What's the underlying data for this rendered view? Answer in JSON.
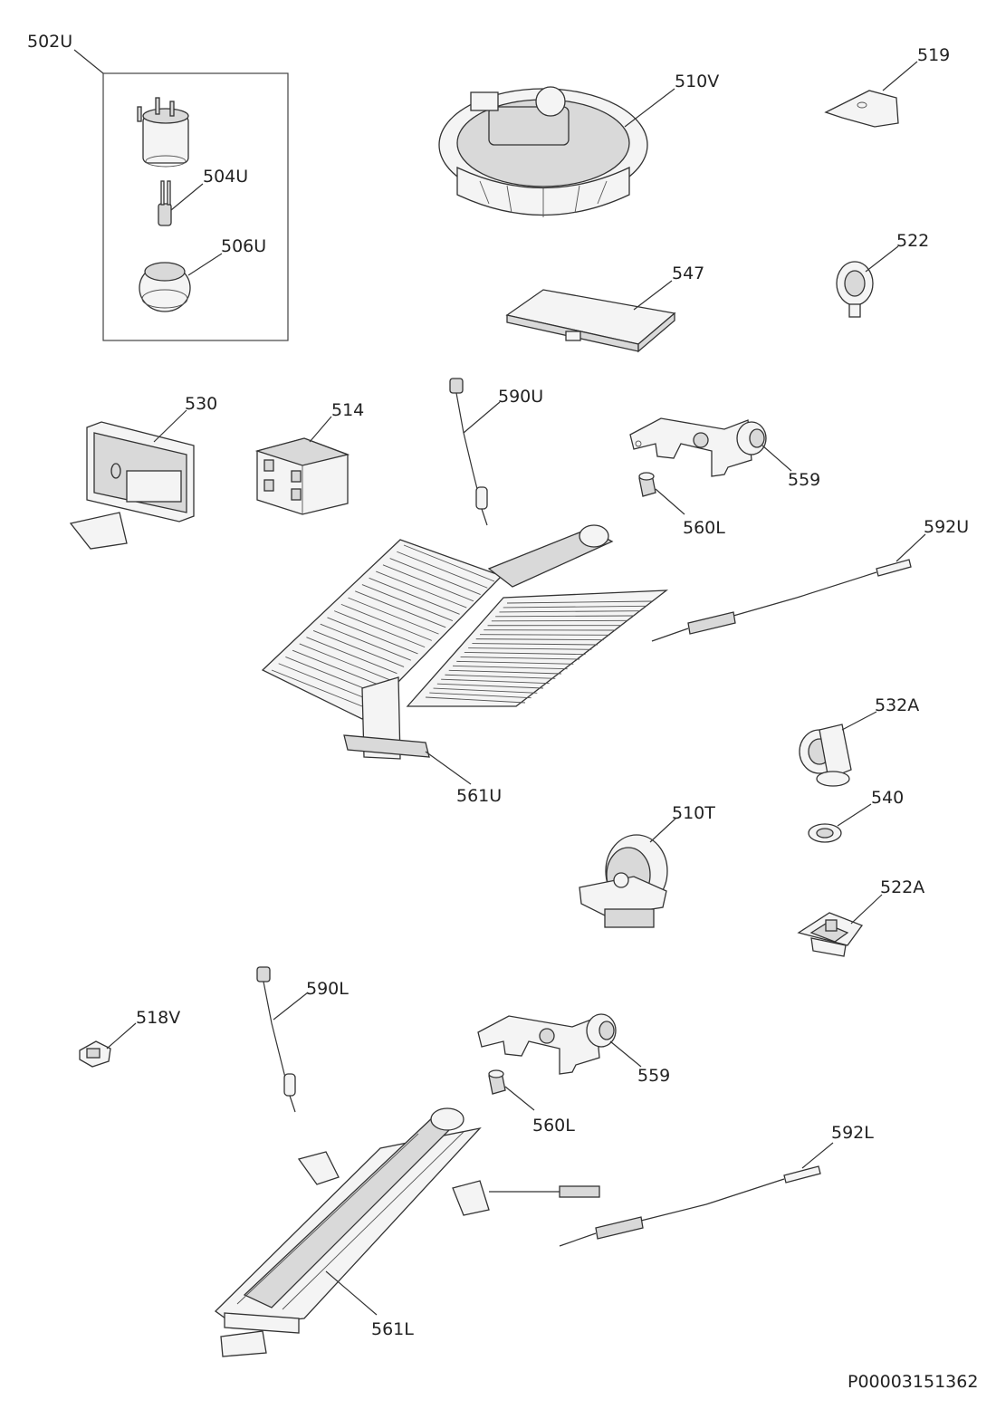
{
  "labels": {
    "l502U": "502U",
    "l504U": "504U",
    "l506U": "506U",
    "l510V": "510V",
    "l519": "519",
    "l522": "522",
    "l547": "547",
    "l530": "530",
    "l514": "514",
    "l590U": "590U",
    "l559a": "559",
    "l560La": "560L",
    "l592U": "592U",
    "l561U": "561U",
    "l532A": "532A",
    "l540": "540",
    "l510T": "510T",
    "l522A": "522A",
    "l590L": "590L",
    "l518V": "518V",
    "l559b": "559",
    "l560Lb": "560L",
    "l592L": "592L",
    "l561L": "561L"
  },
  "document_id": "P00003151362"
}
